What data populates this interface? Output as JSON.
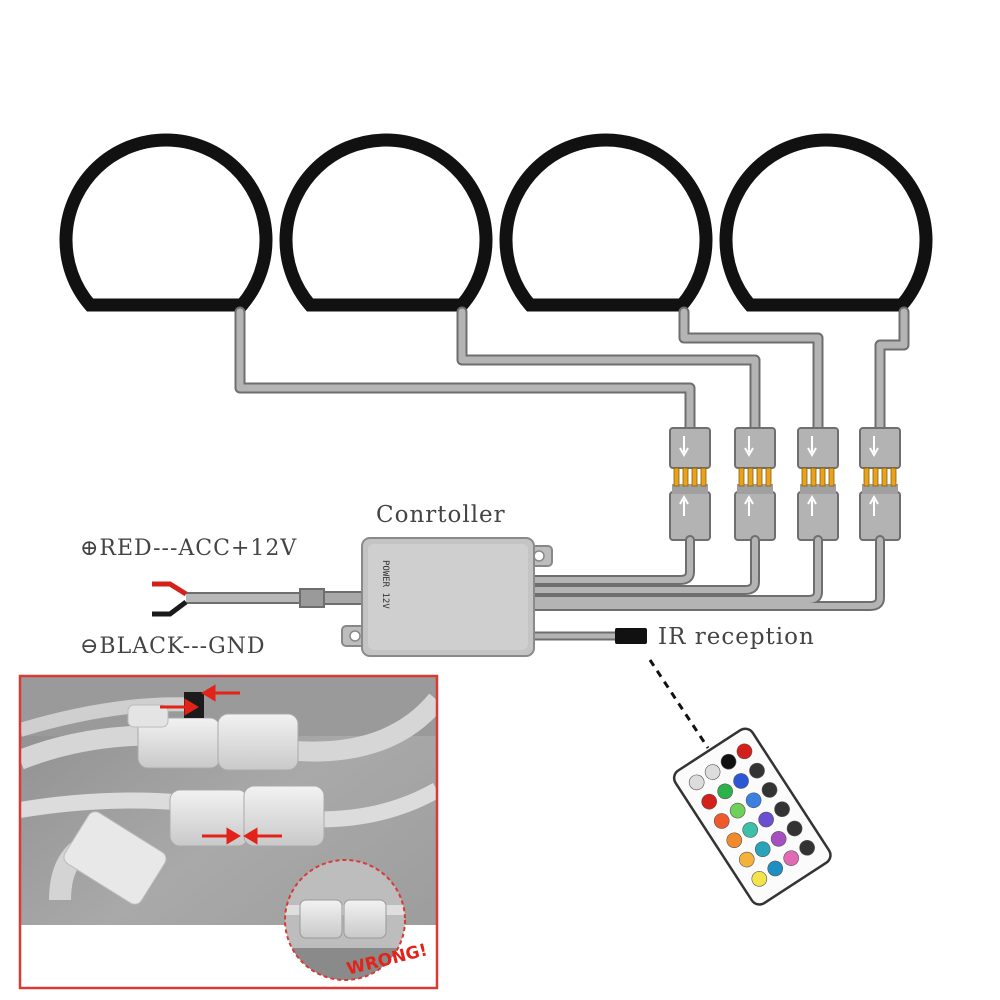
{
  "labels": {
    "controller": "Conrtoller",
    "red_line": "⊕RED---ACC+12V",
    "black_line": "⊖BLACK---GND",
    "ir": "IR reception",
    "power": "POWER 12V",
    "wrong": "WRONG!"
  },
  "colors": {
    "ring": "#111111",
    "cable": "#9b9b9b",
    "cable_edge": "#6e6e6e",
    "red_wire": "#d4201a",
    "black_wire": "#1a1a1a",
    "arrow": "#e2231a",
    "connector_pin": "#e8a21c",
    "photo_frame": "#d93a35"
  },
  "icons": {
    "remote": "rgb-ir-remote-icon",
    "ir_sensor": "ir-sensor-icon"
  }
}
